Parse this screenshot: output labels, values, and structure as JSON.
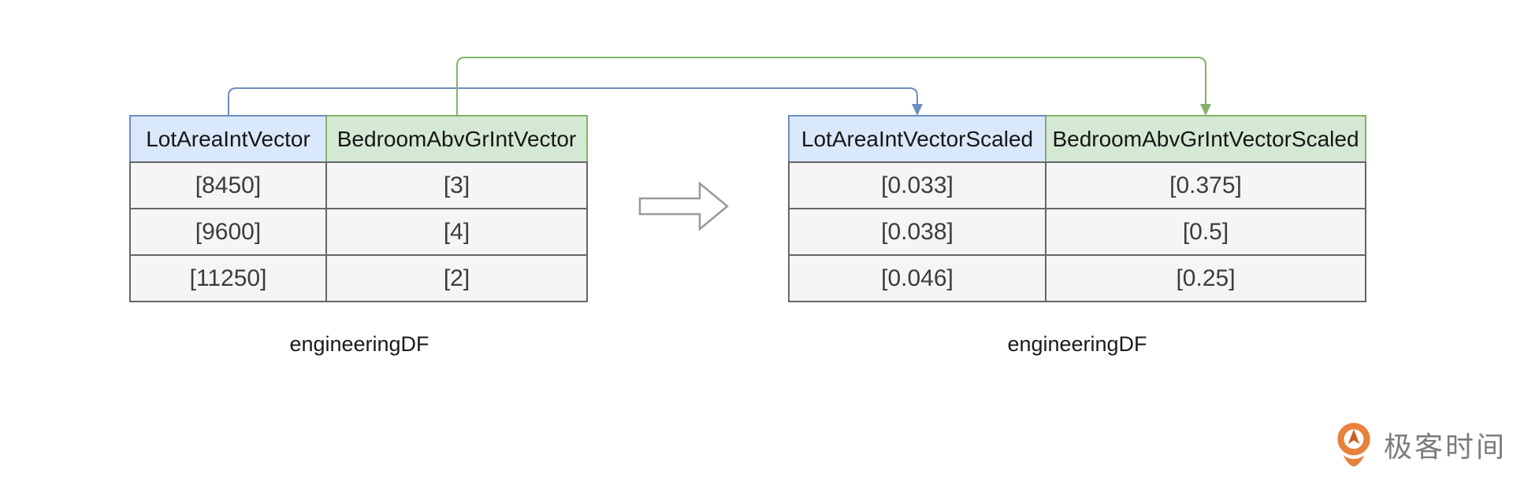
{
  "left_table": {
    "caption": "engineeringDF",
    "columns": [
      {
        "label": "LotAreaIntVector",
        "theme": "blue"
      },
      {
        "label": "BedroomAbvGrIntVector",
        "theme": "green"
      }
    ],
    "rows": [
      [
        "[8450]",
        "[3]"
      ],
      [
        "[9600]",
        "[4]"
      ],
      [
        "[11250]",
        "[2]"
      ]
    ]
  },
  "right_table": {
    "caption": "engineeringDF",
    "columns": [
      {
        "label": "LotAreaIntVectorScaled",
        "theme": "blue"
      },
      {
        "label": "BedroomAbvGrIntVectorScaled",
        "theme": "green"
      }
    ],
    "rows": [
      [
        "[0.033]",
        "[0.375]"
      ],
      [
        "[0.038]",
        "[0.5]"
      ],
      [
        "[0.046]",
        "[0.25]"
      ]
    ]
  },
  "connectors": [
    {
      "name": "lot-area-mapping",
      "color": "#6c8ebf",
      "from": "LotAreaIntVector",
      "to": "LotAreaIntVectorScaled"
    },
    {
      "name": "bedroom-mapping",
      "color": "#82b366",
      "from": "BedroomAbvGrIntVector",
      "to": "BedroomAbvGrIntVectorScaled"
    }
  ],
  "transform_arrow": {
    "direction": "right"
  },
  "colors": {
    "blue_fill": "#dae8fc",
    "blue_border": "#6c8ebf",
    "green_fill": "#d5e8d4",
    "green_border": "#82b366",
    "cell_fill": "#f5f5f5",
    "cell_border": "#666666",
    "arrow_outline": "#999999",
    "arrow_fill": "#ffffff",
    "logo_orange": "#e8813c"
  },
  "logo": {
    "text": "极客时间"
  }
}
